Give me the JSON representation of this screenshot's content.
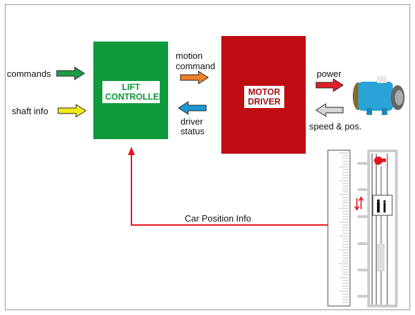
{
  "blocks": {
    "controller": {
      "label_line1": "LIFT",
      "label_line2": "CONTROLLER",
      "color": "#0e9a3a"
    },
    "driver": {
      "label_line1": "MOTOR",
      "label_line2": "DRIVER",
      "color": "#c00d12"
    }
  },
  "signals": {
    "commands": "commands",
    "shaft_info": "shaft info",
    "motion_command_line1": "motion",
    "motion_command_line2": "command",
    "driver_status_line1": "driver",
    "driver_status_line2": "status",
    "power": "power",
    "speed_pos": "speed & pos.",
    "car_position": "Car Position Info"
  },
  "colors": {
    "commands_arrow": "#1f9a48",
    "shaft_arrow": "#f4ea1a",
    "motion_arrow": "#f0802a",
    "status_arrow": "#1e9ad6",
    "power_arrow": "#e3202a",
    "speed_arrow": "#cfcfcf",
    "feedback_line": "#e8141c"
  }
}
